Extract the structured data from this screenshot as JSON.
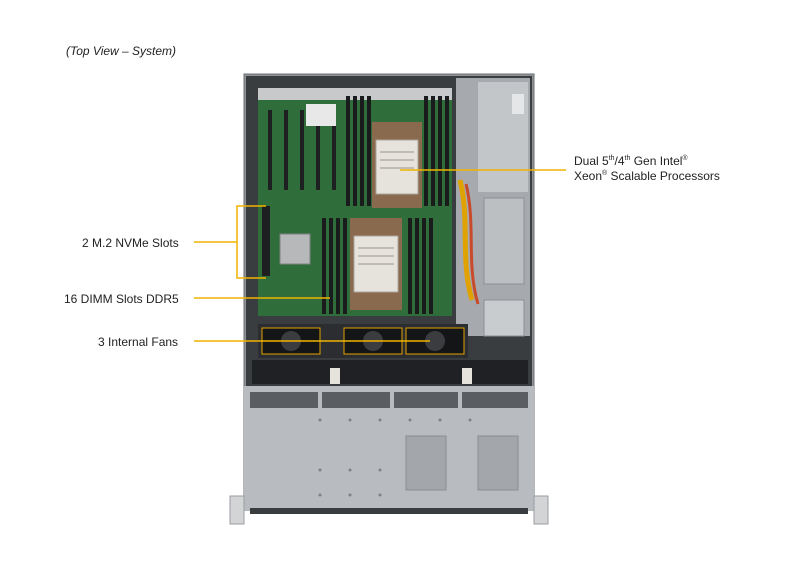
{
  "caption": "(Top View – System)",
  "callouts": {
    "nvme": "2 M.2 NVMe Slots",
    "dimm": "16 DIMM Slots DDR5",
    "fans": "3 Internal  Fans",
    "cpu": {
      "line1_prefix": "Dual 5",
      "sup1": "th",
      "sep": "/4",
      "sup2": "th",
      "line1_suffix": " Gen Intel",
      "reg1": "®",
      "line2_prefix": "Xeon",
      "reg2": "®",
      "line2_suffix": " Scalable Processors"
    }
  },
  "colors": {
    "callout_line": "#f0b400",
    "pcb": "#2f6e3a",
    "chassis": "#a9acb0",
    "heatsink": "#c9c4ba",
    "cable": "#e0a200"
  }
}
